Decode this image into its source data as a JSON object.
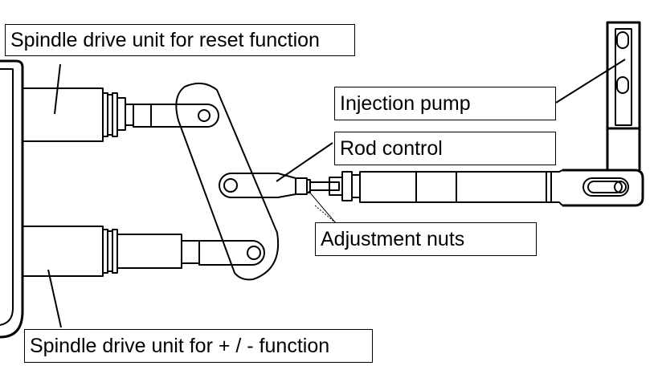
{
  "labels": {
    "reset_drive": "Spindle drive unit for reset function",
    "injection_pump": "Injection pump",
    "rod_control": "Rod control",
    "adjustment_nuts": "Adjustment nuts",
    "plus_minus_drive": "Spindle drive unit for + / - function"
  },
  "colors": {
    "line": "#000000",
    "background": "#ffffff"
  }
}
